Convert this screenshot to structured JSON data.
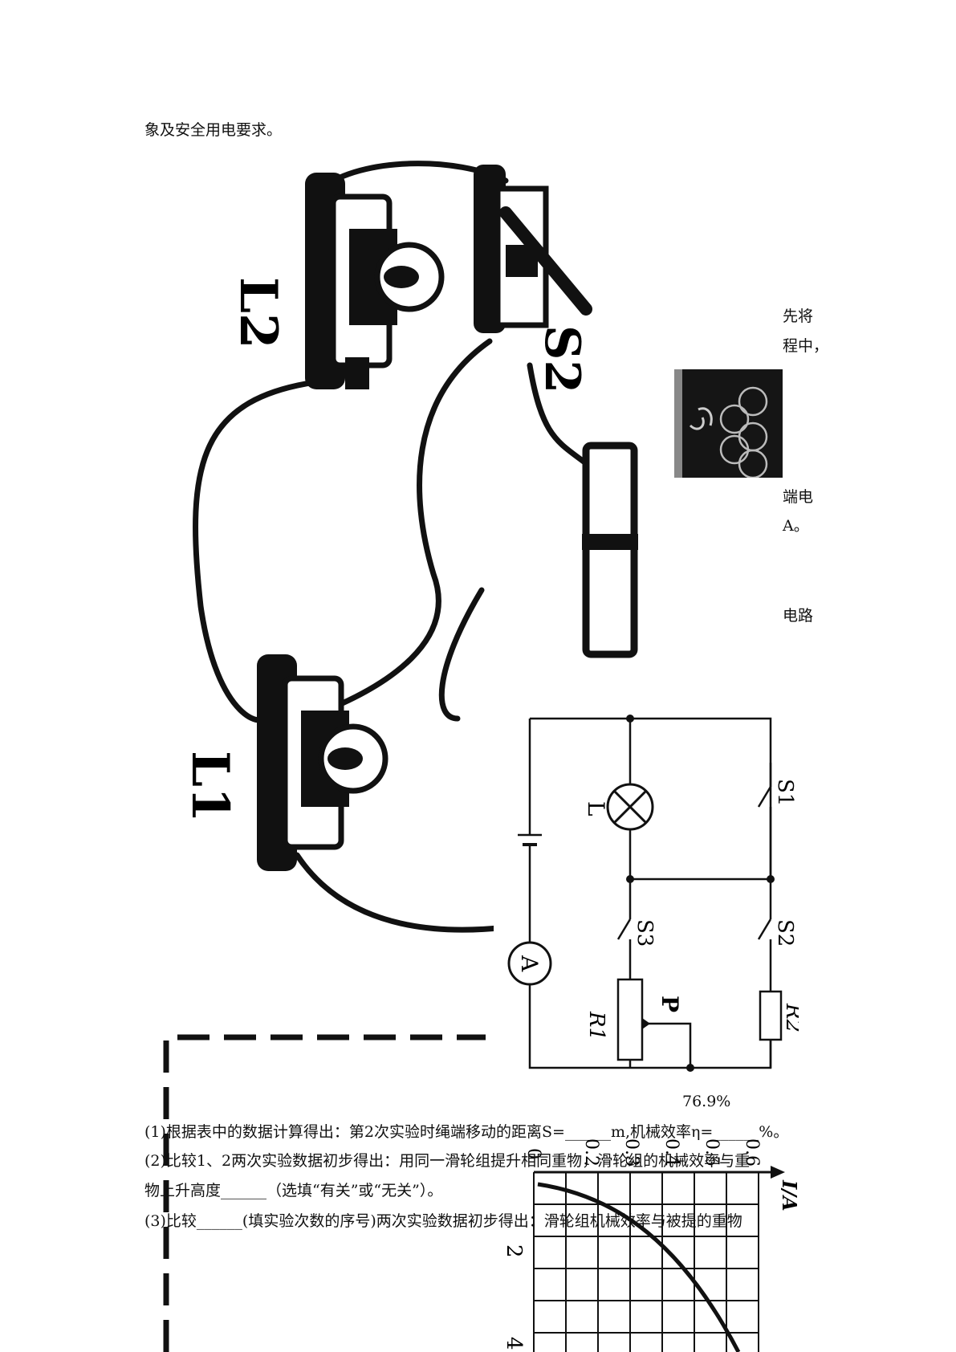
{
  "text": {
    "top_line": "象及安全用电要求。",
    "frag_xianjiang": "先将",
    "frag_chengzhong": "程中，",
    "frag_duandian": "端电",
    "frag_a": "A。",
    "frag_dianlu": "电路",
    "value_769": "76.9%",
    "q1": "(1)根据表中的数据计算得出：第2次实验时绳端移动的距离S=______m,机械效率η=______%。",
    "q2a": "(2)比较1、2两次实验数据初步得出：用同一滑轮组提升相同重物，滑轮组的机械效率与重",
    "q2b": "物上升高度______（选填“有关”或“无关”）。",
    "q3": "(3)比较______(填实验次数的序号)两次实验数据初步得出：滑轮组机械效率与被提的重物"
  },
  "circuit_photo": {
    "labels": {
      "l2": "L2",
      "l1": "L1",
      "s2": "S2"
    }
  },
  "schematic": {
    "labels": {
      "lamp": "L",
      "s1": "S1",
      "s2": "S2",
      "s3": "S3",
      "ammeter": "A",
      "p": "P",
      "r1": "R1",
      "r2": "R2"
    }
  },
  "graph_fragment": {
    "axis_label": "I/A",
    "tick_labels_top": [
      "0.2",
      "0.3",
      "0.4",
      "0.5",
      "0.6"
    ],
    "tick_labels_side": [
      "2",
      "4"
    ],
    "origin_label": "0"
  },
  "colors": {
    "ink": "#111111",
    "photo_bg": "#151515"
  }
}
